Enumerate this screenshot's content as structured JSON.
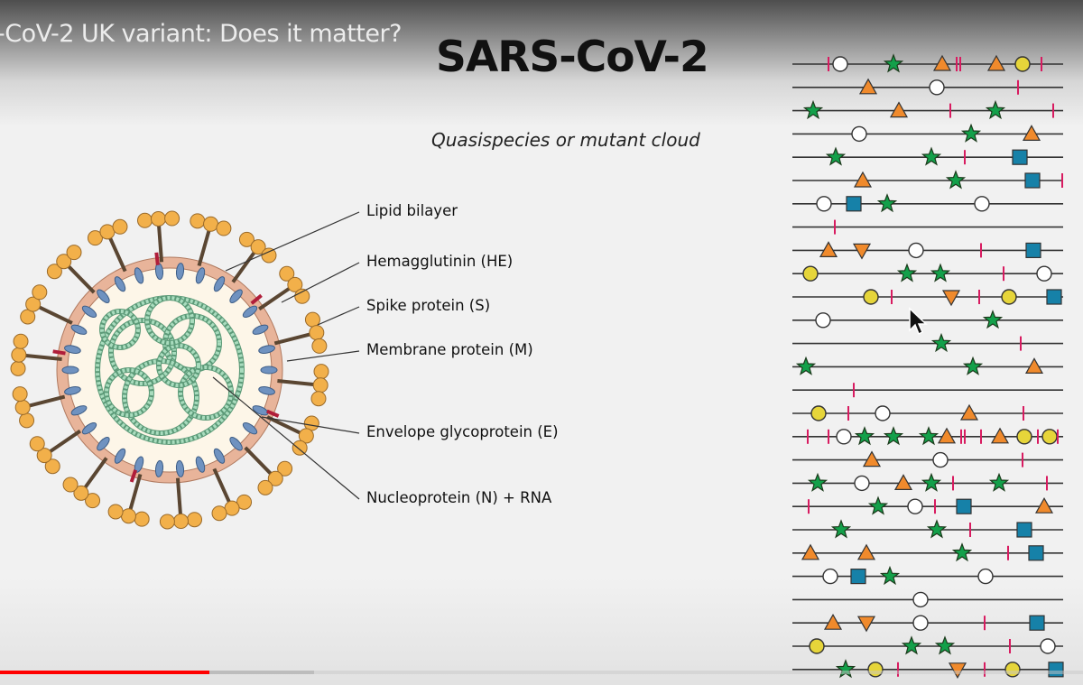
{
  "video": {
    "title": "-CoV-2 UK variant: Does it matter?",
    "progress_played_fraction": 0.193,
    "progress_buffered_fraction": 0.29
  },
  "slide": {
    "title": "SARS-CoV-2",
    "subtitle": "Quasispecies or mutant cloud",
    "labels": {
      "lipid": "Lipid bilayer",
      "he": "Hemagglutinin (HE)",
      "spike": "Spike protein (S)",
      "membrane": "Membrane protein (M)",
      "envelope": "Envelope glycoprotein (E)",
      "nucleo": "Nucleoprotein (N) + RNA"
    }
  },
  "colors": {
    "star": "#13a04a",
    "triangle": "#f08a2c",
    "square": "#1681a8",
    "yellow_circle": "#e6d53a",
    "tick": "#d81b60",
    "membrane": "#e8b49a",
    "rna": "#7fbf9a",
    "spike_tip": "#f2b04a",
    "progress": "#ff0000"
  }
}
